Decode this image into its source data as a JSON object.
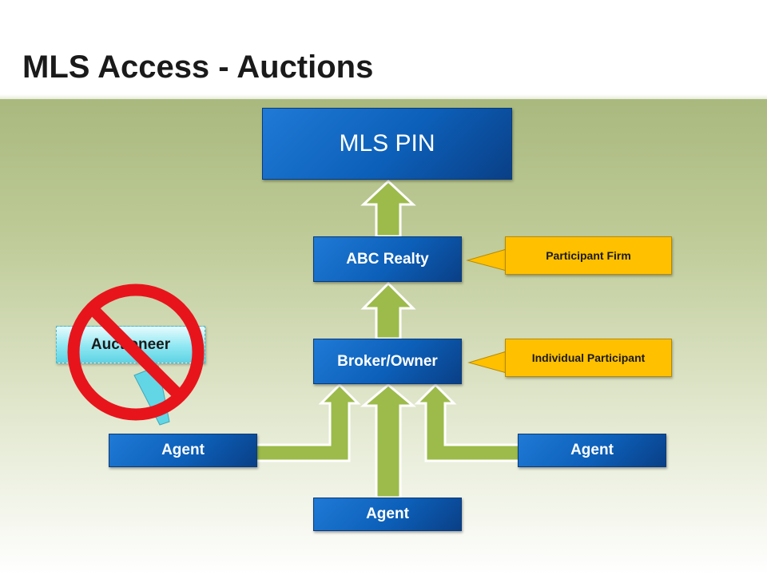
{
  "slide": {
    "title": "MLS Access - Auctions"
  },
  "diagram": {
    "mls_pin": "MLS PIN",
    "abc_realty": "ABC Realty",
    "broker_owner": "Broker/Owner",
    "agent_left": "Agent",
    "agent_right": "Agent",
    "agent_bottom": "Agent",
    "callout_participant_firm": "Participant Firm",
    "callout_individual_participant": "Individual Participant",
    "auctioneer": "Auctioneer"
  },
  "colors": {
    "box_blue": "#0c5fb8",
    "arrow_green": "#9cbb4a",
    "callout_gold": "#ffc000",
    "prohibition_red": "#e8141c",
    "auctioneer_cyan": "#8ee7f2"
  },
  "icons": {
    "prohibited": "no-sign-icon"
  }
}
